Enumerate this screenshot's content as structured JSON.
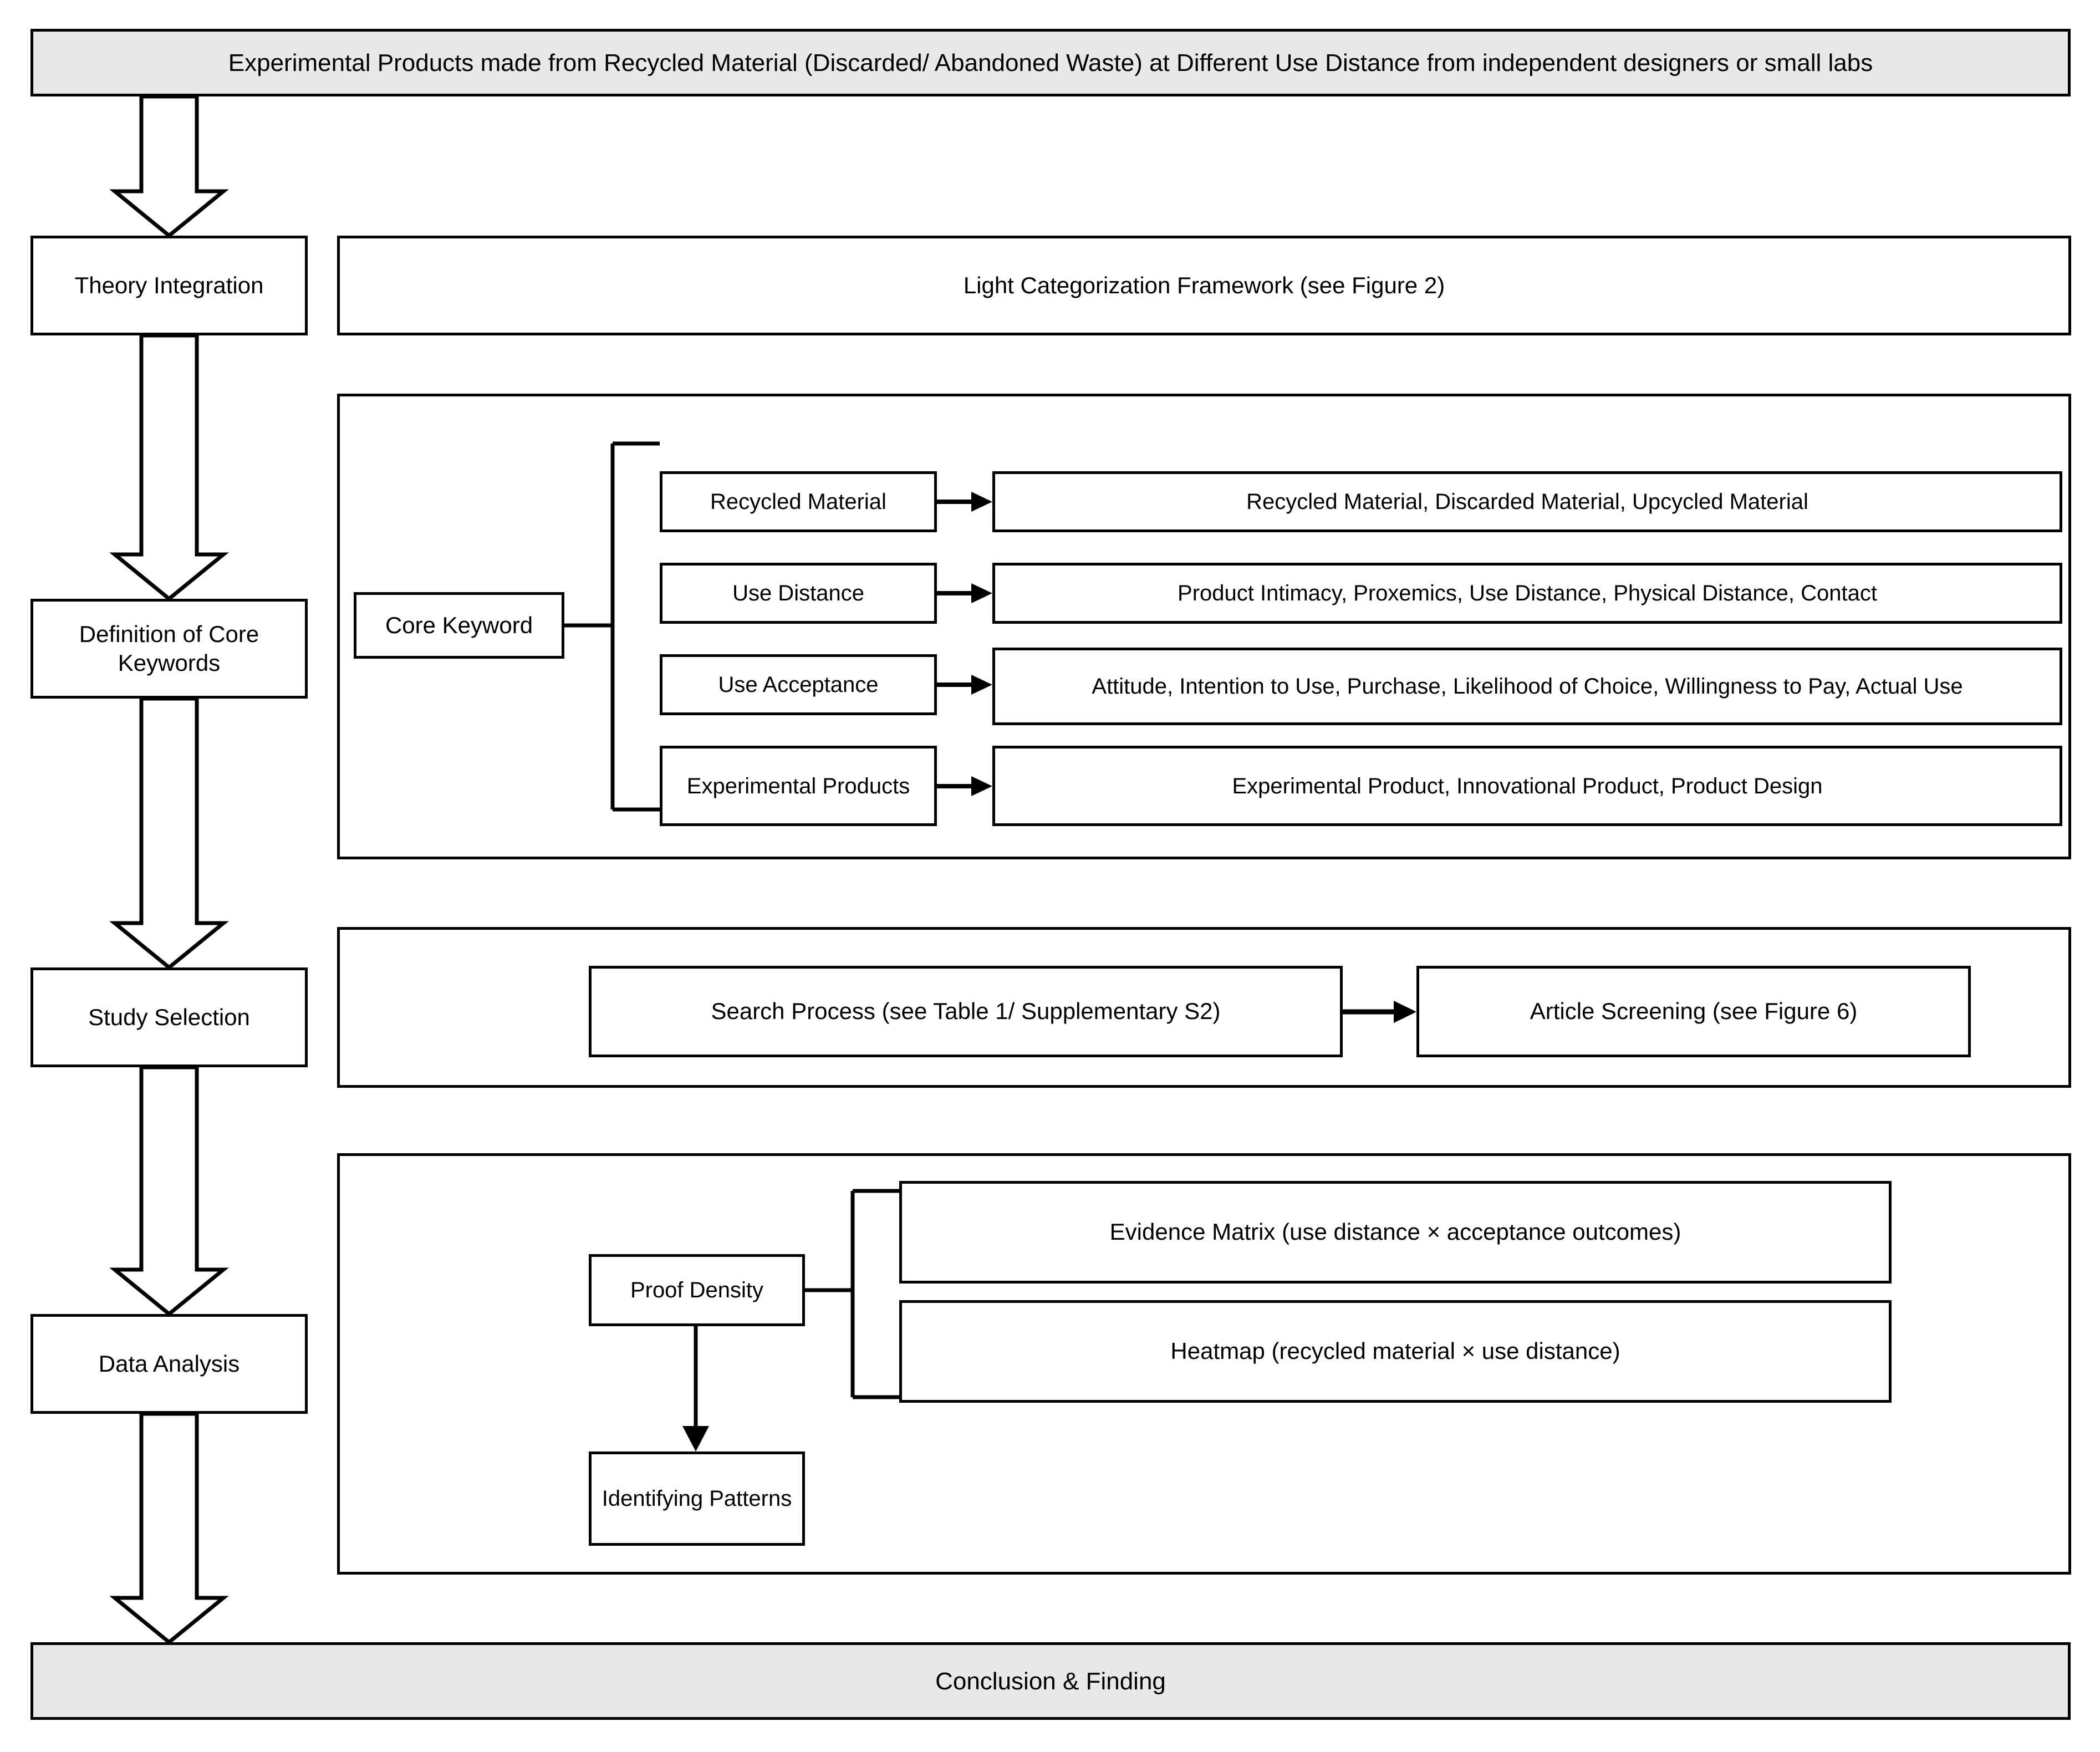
{
  "diagram": {
    "title_banner": "Experimental Products made from Recycled Material (Discarded/ Abandoned Waste) at Different Use Distance from independent designers or small labs",
    "conclusion_banner": "Conclusion & Finding",
    "stages": [
      {
        "id": "theory-integration",
        "label": "Theory Integration"
      },
      {
        "id": "definition-of-core-keywords",
        "label": "Definition of Core Keywords"
      },
      {
        "id": "study-selection",
        "label": "Study Selection"
      },
      {
        "id": "data-analysis",
        "label": "Data Analysis"
      }
    ],
    "theory_integration": {
      "framework_box": "Light Categorization Framework (see Figure 2)"
    },
    "core_keywords": {
      "root_label": "Core Keyword",
      "rows": [
        {
          "category": "Recycled Material",
          "terms": "Recycled Material, Discarded Material, Upcycled Material"
        },
        {
          "category": "Use Distance",
          "terms": "Product Intimacy, Proxemics, Use Distance, Physical Distance, Contact"
        },
        {
          "category": "Use Acceptance",
          "terms": "Attitude, Intention to Use, Purchase, Likelihood of Choice, Willingness to Pay, Actual Use"
        },
        {
          "category": "Experimental Products",
          "terms": "Experimental Product, Innovational Product, Product Design"
        }
      ]
    },
    "study_selection": {
      "search_process": "Search Process (see Table 1/ Supplementary S2)",
      "article_screening": "Article Screening (see Figure 6)"
    },
    "data_analysis": {
      "proof_density": "Proof Density",
      "evidence_matrix": "Evidence Matrix (use distance × acceptance outcomes)",
      "heatmap": "Heatmap (recycled material × use distance)",
      "identifying_patterns": "Identifying Patterns"
    },
    "colors": {
      "banner_fill": "#e8e8e8",
      "box_fill": "#ffffff",
      "stroke": "#000000"
    }
  }
}
